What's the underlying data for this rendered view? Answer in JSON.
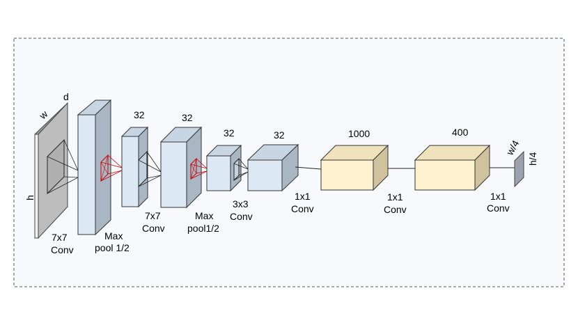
{
  "input": {
    "w": "w",
    "d": "d",
    "h": "h"
  },
  "layers": {
    "conv1": {
      "line1": "7x7",
      "line2": "Conv"
    },
    "pool1": {
      "line1": "Max",
      "line2": "pool 1/2"
    },
    "conv2": {
      "top": "32",
      "line1": "7x7",
      "line2": "Conv"
    },
    "pool2": {
      "top": "32",
      "line1": "Max",
      "line2": "pool1/2"
    },
    "conv3": {
      "top": "32",
      "line1": "3x3",
      "line2": "Conv"
    },
    "conv4": {
      "top": "32",
      "line1": "1x1",
      "line2": "Conv"
    },
    "conv5": {
      "top": "1000",
      "line1": "1x1",
      "line2": "Conv"
    },
    "conv6": {
      "top": "400",
      "line1": "1x1",
      "line2": "Conv"
    }
  },
  "output": {
    "w": "w/4",
    "h": "h/4"
  },
  "colors": {
    "border": "#555555",
    "panel_bg": "#f7f9fd",
    "input_plane": "#bdbdbd",
    "blue_front": "#dce9f5",
    "blue_side": "#a9b7c4",
    "blue_top": "#c8d6e4",
    "yellow_front": "#fdf1cf",
    "yellow_side": "#cfc29c",
    "yellow_top": "#efe2bc",
    "kernel_red": "#cc0000",
    "output_plane": "#9ba4ae"
  }
}
